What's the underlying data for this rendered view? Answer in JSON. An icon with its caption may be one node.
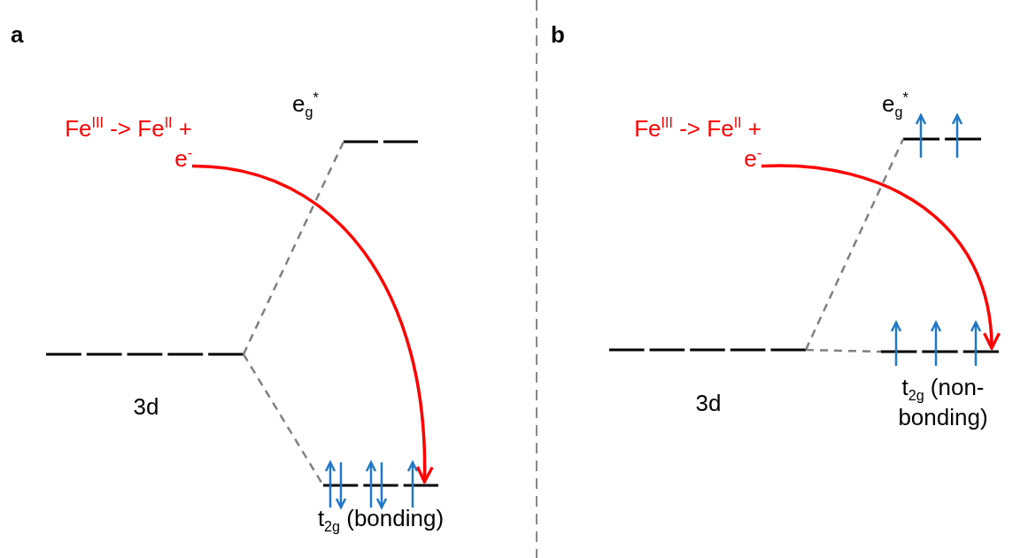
{
  "diagram": {
    "nodes": [
      {
        "text": [
          "Fe$^{III}$ -> Fe$^{II}$ + e$^{-}$"
        ]
      },
      {
        "text": [],
        "shape": "bar",
        "beside": [
          "3d"
        ]
      },
      {
        "text": [],
        "shape": "bar",
        "beside": [
          "e$_{g}$$^{*}$"
        ]
      },
      {
        "text": [],
        "shape": "bar",
        "beside": [
          "t$_{2g}$ (bonding)"
        ]
      },
      {
        "text": [
          "Fe$^{III}$ -> Fe$^{II}$ + e$^{-}$"
        ]
      },
      {
        "text": [],
        "shape": "bar",
        "beside": [
          "3d"
        ]
      },
      {
        "text": [],
        "shape": "bar",
        "beside": [
          "e$_{g}$$^{*}$"
        ]
      },
      {
        "text": [],
        "shape": "bar",
        "beside": [
          "t$_{2g}$ (non-bonding)"
        ]
      }
    ],
    "edges": [
      {
        "from": 0,
        "to": 3,
        "arrow": "to",
        "color": "#ff0000"
      },
      {
        "from": 1,
        "to": 2,
        "arrow": "none",
        "style": "dashed"
      },
      {
        "from": 1,
        "to": 3,
        "arrow": "none",
        "style": "dashed"
      },
      {
        "from": 4,
        "to": 7,
        "arrow": "to",
        "color": "#ff0000"
      },
      {
        "from": 5,
        "to": 6,
        "arrow": "none",
        "style": "dashed"
      },
      {
        "from": 5,
        "to": 7,
        "arrow": "none",
        "style": "dashed"
      }
    ],
    "labels": [
      "a",
      "b"
    ]
  }
}
